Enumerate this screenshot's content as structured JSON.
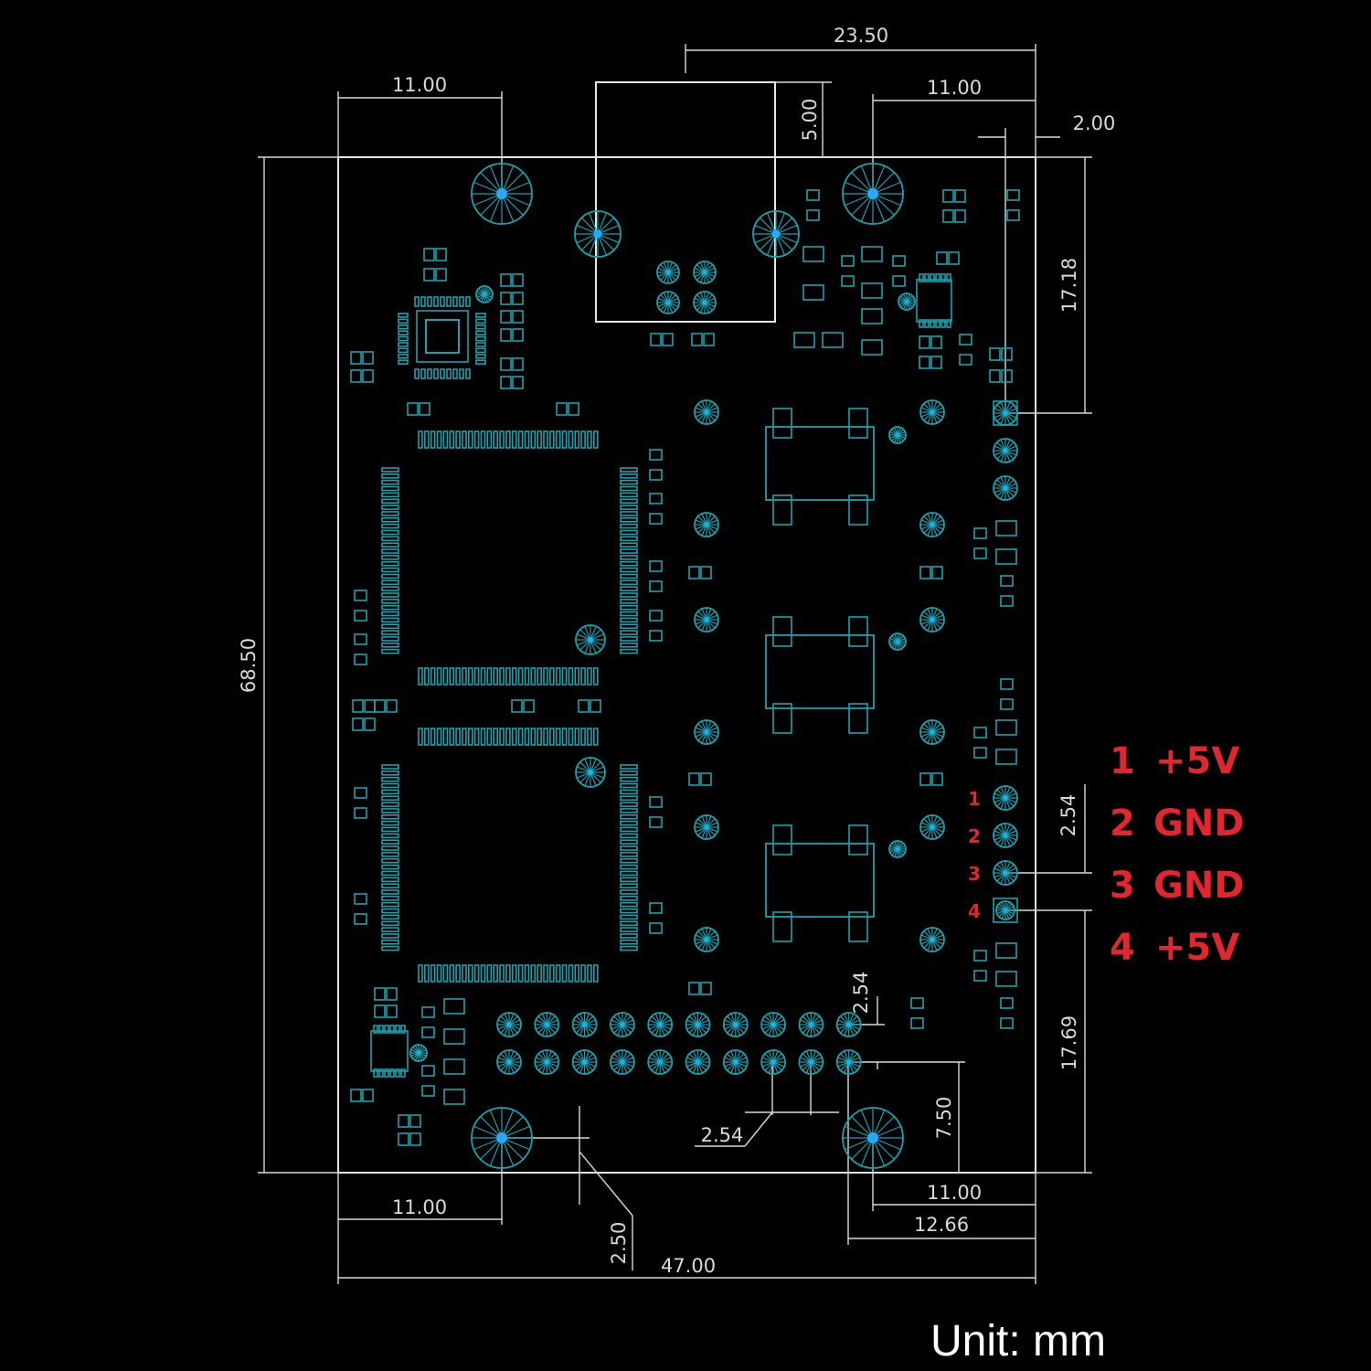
{
  "dimensions": {
    "top_rj45_width": "23.50",
    "top_left_hole": "11.00",
    "top_right_hole": "11.00",
    "rj45_offset": "5.00",
    "edge_offset": "2.00",
    "right_upper": "17.18",
    "left_height": "68.50",
    "right_pitch": "2.54",
    "right_lower": "17.69",
    "header_pitch_v": "2.54",
    "header_pitch_h": "2.54",
    "header_offset_v": "7.50",
    "hole_offset": "2.50",
    "bottom_left_hole": "11.00",
    "bottom_right_hole": "11.00",
    "header_right": "12.66",
    "total_width": "47.00"
  },
  "pin_labels_small": [
    "1",
    "2",
    "3",
    "4"
  ],
  "pin_legend": [
    {
      "num": "1",
      "name": "+5V"
    },
    {
      "num": "2",
      "name": "GND"
    },
    {
      "num": "3",
      "name": "GND"
    },
    {
      "num": "4",
      "name": "+5V"
    }
  ],
  "unit_label": "Unit: mm",
  "colors": {
    "background": "#000000",
    "lines": "#d9d9d9",
    "pads": "#17a3b0",
    "pin_text": "#e0262e"
  }
}
